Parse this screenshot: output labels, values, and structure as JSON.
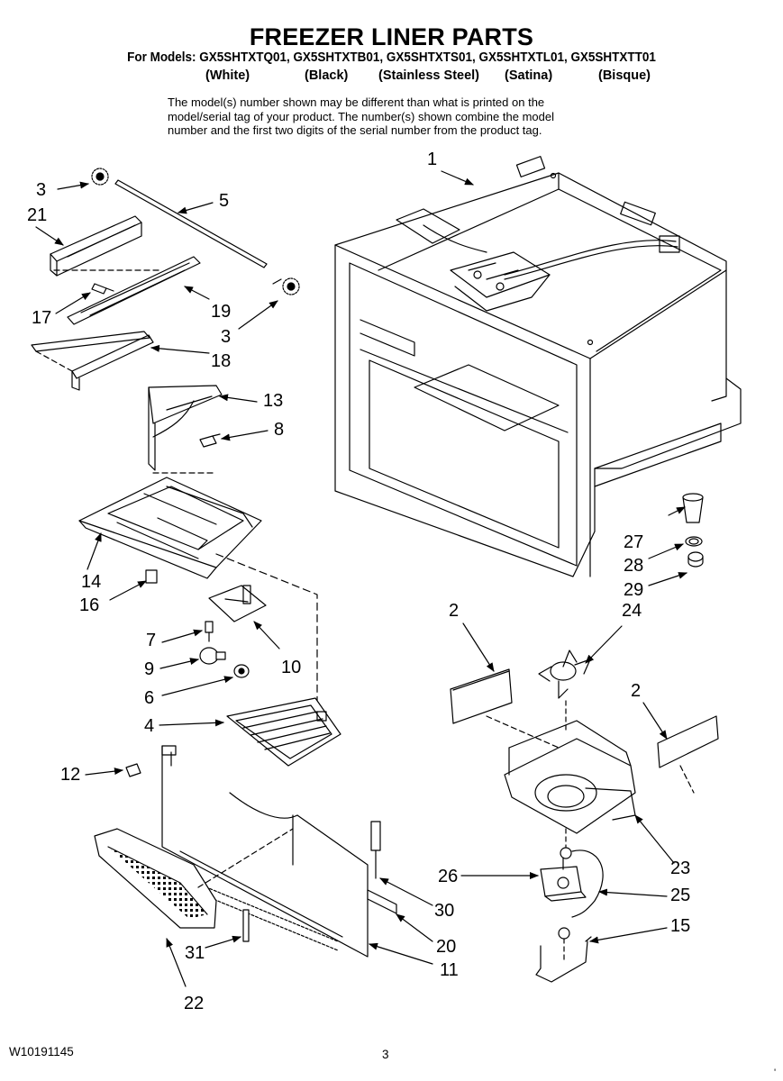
{
  "header": {
    "title": "FREEZER LINER PARTS",
    "models_line": "For Models: GX5SHTXTQ01, GX5SHTXTB01, GX5SHTXTS01, GX5SHTXTL01, GX5SHTXTT01",
    "colors": [
      "(White)",
      "(Black)",
      "(Stainless Steel)",
      "(Satina)",
      "(Bisque)"
    ]
  },
  "note": [
    "The model(s) number shown may be different than what is printed on the",
    "model/serial tag of your product. The number(s) shown combine the model",
    "number and the first two digits of the serial number from the product tag."
  ],
  "callouts": {
    "c1": "1",
    "c2a": "2",
    "c2b": "2",
    "c3a": "3",
    "c3b": "3",
    "c4": "4",
    "c5": "5",
    "c6": "6",
    "c7": "7",
    "c8": "8",
    "c9": "9",
    "c10": "10",
    "c11": "11",
    "c12": "12",
    "c13": "13",
    "c14": "14",
    "c15": "15",
    "c16": "16",
    "c17": "17",
    "c18": "18",
    "c19": "19",
    "c20": "20",
    "c21": "21",
    "c22": "22",
    "c23": "23",
    "c24": "24",
    "c25": "25",
    "c26": "26",
    "c27": "27",
    "c28": "28",
    "c29": "29",
    "c30": "30",
    "c31": "31"
  },
  "footer": {
    "doc_number": "W10191145",
    "page_number": "3",
    "corner_mark": "'"
  }
}
